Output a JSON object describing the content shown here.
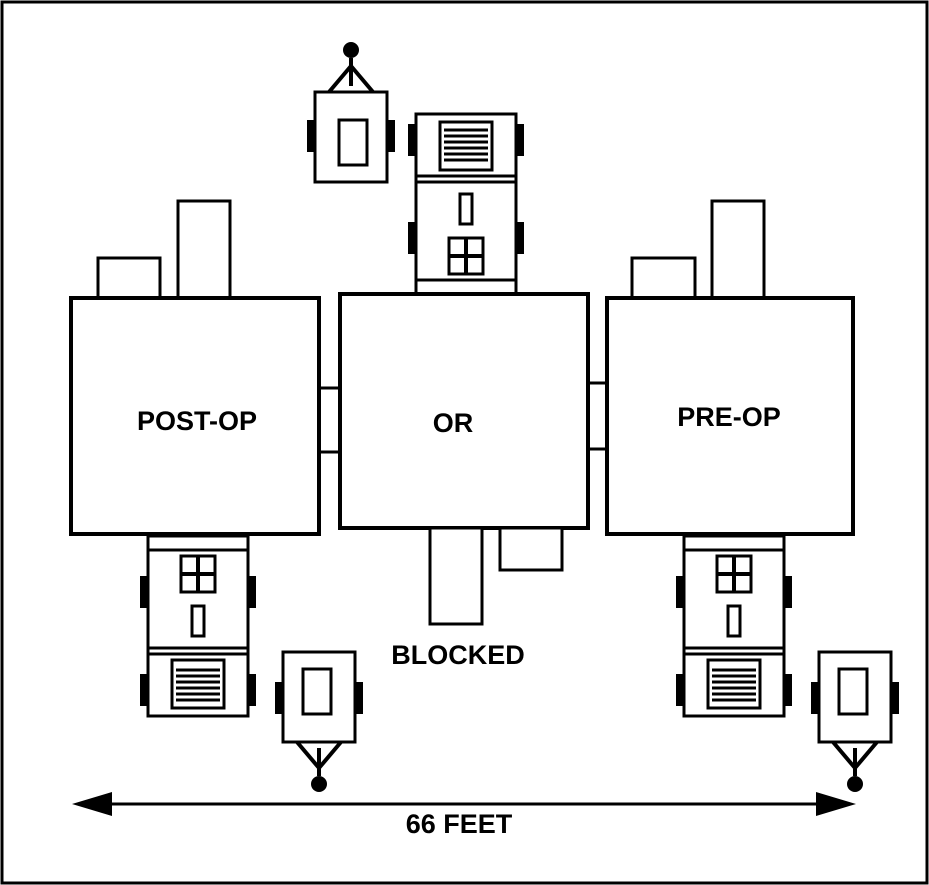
{
  "labels": {
    "post_op": "POST-OP",
    "or": "OR",
    "pre_op": "PRE-OP",
    "blocked": "BLOCKED",
    "dimension": "66 FEET"
  }
}
